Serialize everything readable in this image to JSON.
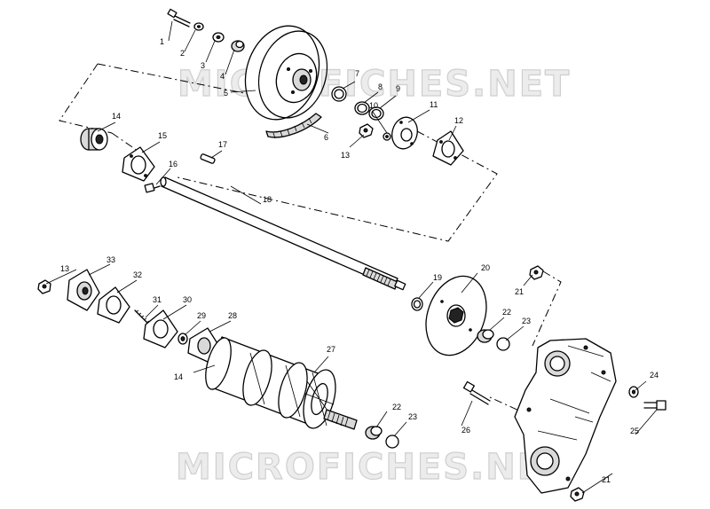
{
  "watermarks": [
    "MICROFICHES.NET",
    "MICROFICHES.NET"
  ],
  "callouts": [
    "1",
    "2",
    "3",
    "4",
    "5",
    "6",
    "7",
    "8",
    "9",
    "10",
    "11",
    "12",
    "13",
    "14",
    "15",
    "16",
    "17",
    "18",
    "13",
    "33",
    "32",
    "31",
    "30",
    "29",
    "28",
    "14",
    "27",
    "20",
    "19",
    "21",
    "22",
    "23",
    "22",
    "23",
    "24",
    "25",
    "26",
    "21"
  ]
}
